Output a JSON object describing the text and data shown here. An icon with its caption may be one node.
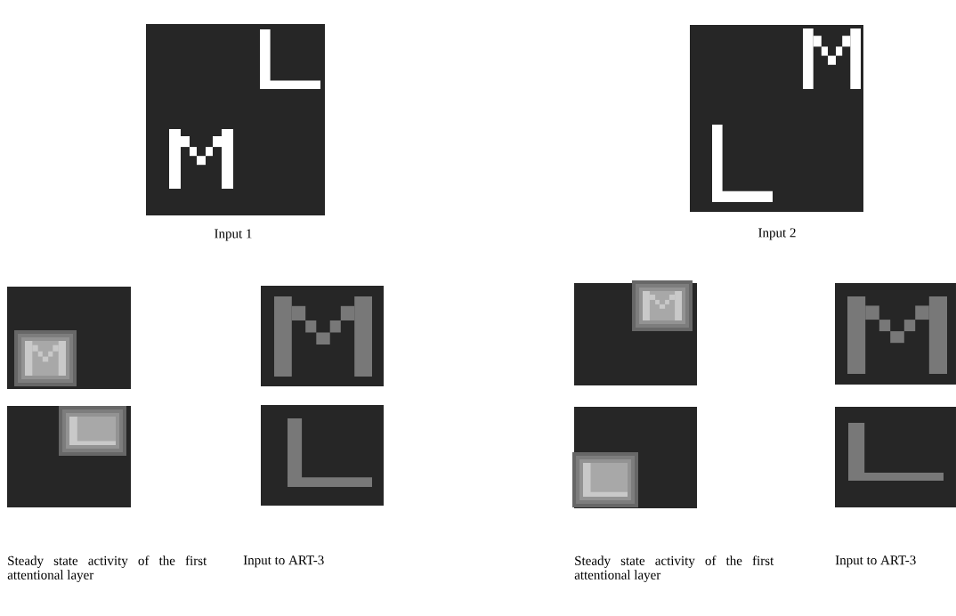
{
  "diagram": {
    "labels": [
      "Input 1",
      "Input 2",
      "Steady state activity of the first attentional layer",
      "Input to ART-3",
      "Steady state activity of the first attentional layer",
      "Input to ART-3"
    ]
  }
}
